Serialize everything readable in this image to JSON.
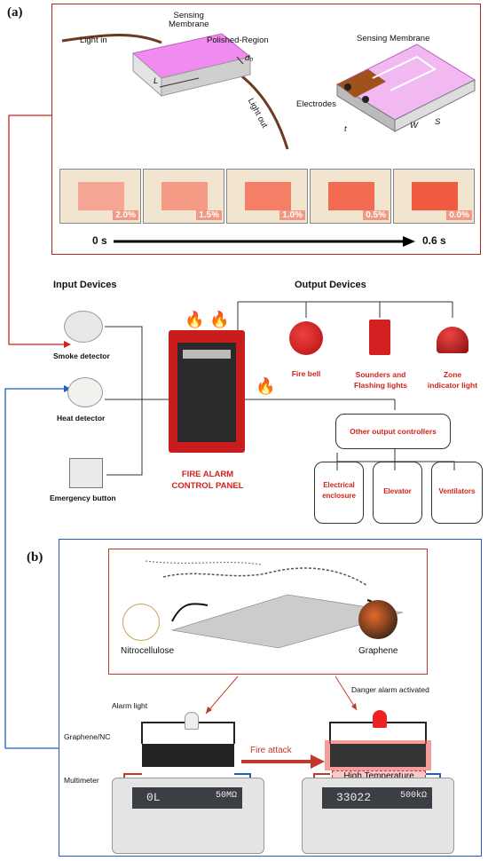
{
  "panel_a": {
    "label": "(a)",
    "fiber_labels": {
      "light_in": "Light in",
      "sensing_membrane": "Sensing\nMembrane",
      "polished_region": "Polished-Region",
      "d0": "d₀",
      "L": "L",
      "light_out": "Light out"
    },
    "chip_labels": {
      "sensing_membrane": "Sensing Membrane",
      "electrodes": "Electrodes",
      "t": "t",
      "W": "W",
      "S": "S"
    },
    "frames": [
      "2.0%",
      "1.5%",
      "1.0%",
      "0.5%",
      "0.0%"
    ],
    "time_start": "0 s",
    "time_end": "0.6 s"
  },
  "system": {
    "input_title": "Input Devices",
    "output_title": "Output Devices",
    "inputs": [
      "Smoke detector",
      "Heat detector",
      "Emergency button"
    ],
    "panel_name": "FIRE ALARM\nCONTROL PANEL",
    "outputs": [
      "Fire bell",
      "Sounders and\nFlashing lights",
      "Zone\nindicator light"
    ],
    "other_controllers": "Other output controllers",
    "controllers": [
      "Electrical\nenclosure",
      "Elevator",
      "Ventilators"
    ]
  },
  "panel_b": {
    "label": "(b)",
    "nitrocellulose": "Nitrocellulose",
    "graphene": "Graphene",
    "alarm_light": "Alarm light",
    "danger": "Danger alarm activated",
    "graphene_nc": "Graphene/NC",
    "multimeter": "Multimeter",
    "fire_attack": "Fire attack",
    "high_temp": "High Temperature",
    "display_left": "0L",
    "display_left_unit": "50MΩ",
    "display_right": "33022",
    "display_right_unit": "500kΩ"
  },
  "colors": {
    "red": "#d0221b",
    "blue": "#1f5fbf",
    "magenta": "#e25ce0"
  }
}
